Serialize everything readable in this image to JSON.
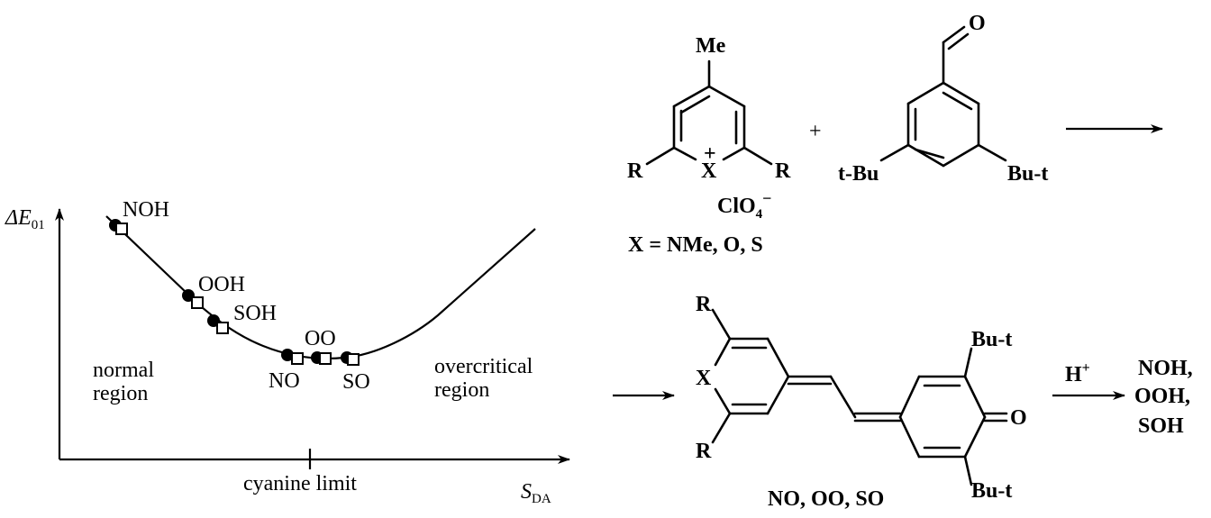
{
  "plot": {
    "y_axis_label": "ΔE",
    "y_axis_subscript": "01",
    "x_axis_label": "S",
    "x_axis_subscript": "DA",
    "cyanine_limit": "cyanine limit",
    "normal_region": [
      "normal",
      "region"
    ],
    "overcritical_region": [
      "overcritical",
      "region"
    ],
    "point_labels": [
      "NOH",
      "OOH",
      "SOH",
      "OO",
      "NO",
      "SO"
    ]
  },
  "scheme": {
    "reagent1": {
      "substituent_top": "Me",
      "heteroatom": "X",
      "charge": "+",
      "substituent_left": "R",
      "substituent_right": "R",
      "counterion": "ClO",
      "counterion_subscript": "4",
      "counterion_charge": "−",
      "definition": "X = NMe, O, S"
    },
    "plus_sign": "+",
    "reagent2": {
      "aldehyde_o": "O",
      "substituent_left": "t-Bu",
      "substituent_right": "Bu-t"
    },
    "product": {
      "heteroatom": "X",
      "r_top": "R",
      "r_bottom": "R",
      "bu_top": "Bu-t",
      "bu_bottom": "Bu-t",
      "carbonyl_o": "O",
      "label": "NO, OO, SO"
    },
    "protonation_reagent": "H",
    "protonation_charge": "+",
    "final_products": [
      "NOH,",
      "OOH,",
      "SOH"
    ]
  }
}
